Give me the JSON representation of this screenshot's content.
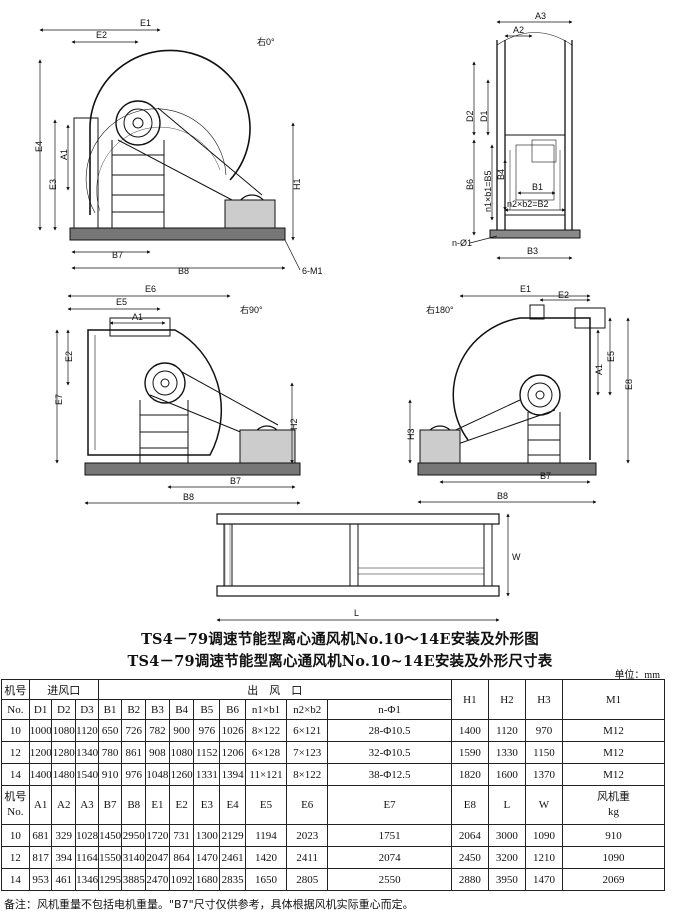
{
  "drawing": {
    "top_left": {
      "e1": "E1",
      "e2": "E2",
      "rotation": "右0°",
      "e4": "E4",
      "e3": "E3",
      "a1": "A1",
      "h1": "H1",
      "b7": "B7",
      "b8": "B8",
      "m1": "6-M1"
    },
    "top_right": {
      "a3": "A3",
      "a2": "A2",
      "d2": "D2",
      "d1": "D1",
      "b6": "B6",
      "b4": "B4",
      "b5": "n1×b1=B5",
      "b1": "B1",
      "b2": "n2×b2=B2",
      "b3": "B3",
      "nphi": "n-Ø1"
    },
    "mid_left": {
      "e6": "E6",
      "e5": "E5",
      "a1": "A1",
      "rotation": "右90°",
      "e2": "E2",
      "e7": "E7",
      "h2": "H2",
      "b7": "B7",
      "b8": "B8"
    },
    "mid_right": {
      "rotation": "右180°",
      "e1": "E1",
      "e2": "E2",
      "e5": "E5",
      "a1": "A1",
      "e8": "E8",
      "h3": "H3",
      "b7": "B7",
      "b8": "B8"
    },
    "base": {
      "w": "W",
      "l": "L"
    }
  },
  "captions": {
    "line1": "TS4－79调速节能型离心通风机No.10～14E安装及外形图",
    "line2": "TS4－79调速节能型离心通风机No.10~14E安装及外形尺寸表"
  },
  "unit": "单位：mm",
  "table1": {
    "jihao": "机号",
    "no": "No.",
    "inlet": "进风口",
    "outlet": "出　风　口",
    "subheaders": [
      "D1",
      "D2",
      "D3",
      "B1",
      "B2",
      "B3",
      "B4",
      "B5",
      "B6",
      "n1×b1",
      "n2×b2",
      "n-Φ1"
    ],
    "h1": "H1",
    "h2": "H2",
    "h3": "H3",
    "m1": "M1",
    "rows": [
      [
        "10",
        "1000",
        "1080",
        "1120",
        "650",
        "726",
        "782",
        "900",
        "976",
        "1026",
        "8×122",
        "6×121",
        "28-Φ10.5",
        "1400",
        "1120",
        "970",
        "M12"
      ],
      [
        "12",
        "1200",
        "1280",
        "1340",
        "780",
        "861",
        "908",
        "1080",
        "1152",
        "1206",
        "6×128",
        "7×123",
        "32-Φ10.5",
        "1590",
        "1330",
        "1150",
        "M12"
      ],
      [
        "14",
        "1400",
        "1480",
        "1540",
        "910",
        "976",
        "1048",
        "1260",
        "1331",
        "1394",
        "11×121",
        "8×122",
        "38-Φ12.5",
        "1820",
        "1600",
        "1370",
        "M12"
      ]
    ]
  },
  "table2": {
    "headers": [
      "机号\nNo.",
      "A1",
      "A2",
      "A3",
      "B7",
      "B8",
      "E1",
      "E2",
      "E3",
      "E4",
      "E5",
      "E6",
      "E7",
      "E8",
      "L",
      "W",
      "风机重\nkg"
    ],
    "jihao": "机号",
    "no": "No.",
    "weight": "风机重",
    "kg": "kg",
    "rows": [
      [
        "10",
        "681",
        "329",
        "1028",
        "1450",
        "2950",
        "1720",
        "731",
        "1300",
        "2129",
        "1194",
        "2023",
        "1751",
        "2064",
        "3000",
        "1090",
        "910"
      ],
      [
        "12",
        "817",
        "394",
        "1164",
        "1550",
        "3140",
        "2047",
        "864",
        "1470",
        "2461",
        "1420",
        "2411",
        "2074",
        "2450",
        "3200",
        "1210",
        "1090"
      ],
      [
        "14",
        "953",
        "461",
        "1346",
        "1295",
        "3885",
        "2470",
        "1092",
        "1680",
        "2835",
        "1650",
        "2805",
        "2550",
        "2880",
        "3950",
        "1470",
        "2069"
      ]
    ]
  },
  "footnote": "备注：风机重量不包括电机重量。\"B7\"尺寸仅供参考，具体根据风机实际重心而定。"
}
